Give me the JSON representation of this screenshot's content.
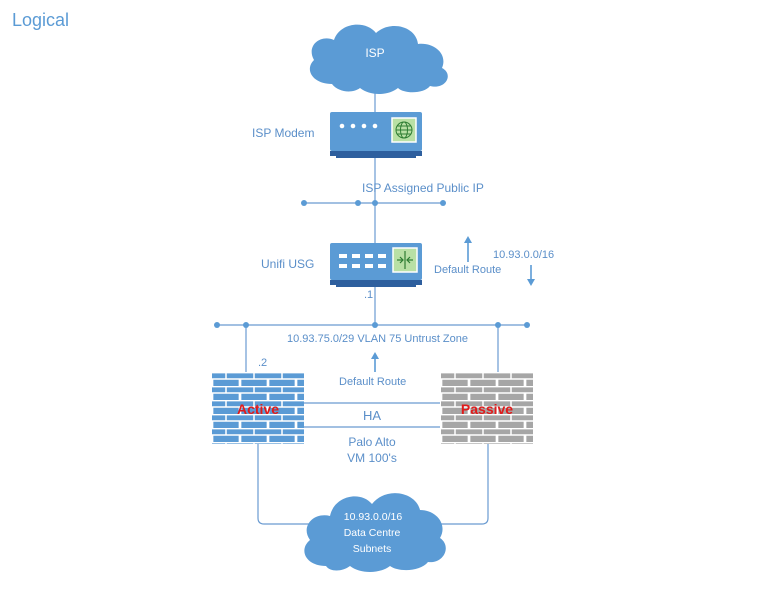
{
  "title": "Logical",
  "nodes": {
    "isp_cloud": "ISP",
    "isp_modem": "ISP Modem",
    "public_ip": "ISP Assigned Public IP",
    "usg": "Unifi USG",
    "usg_route_net": "10.93.0.0/16",
    "usg_default_route": "Default Route",
    "usg_ip": ".1",
    "vlan": "10.93.75.0/29 VLAN 75 Untrust Zone",
    "fw_ip": ".2",
    "fw_default_route": "Default Route",
    "active": "Active",
    "passive": "Passive",
    "ha": "HA",
    "palo_line1": "Palo Alto",
    "palo_line2": "VM 100's",
    "dc_line1": "10.93.0.0/16",
    "dc_line2": "Data Centre",
    "dc_line3": "Subnets"
  },
  "colors": {
    "blue": "#5B9BD5",
    "line": "#6A9BD1",
    "text": "#5B8FC9",
    "dark": "#2E5F9E",
    "gray": "#A6A6A6",
    "red": "#E01B1B",
    "green": "#B9E0A5"
  }
}
